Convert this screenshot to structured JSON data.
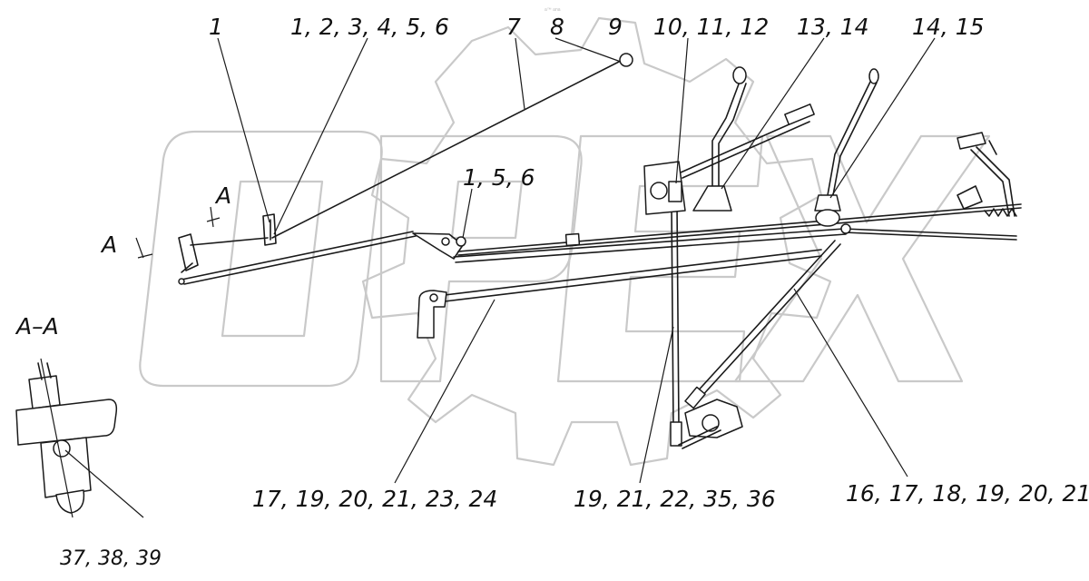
{
  "watermark": {
    "brand": "OPEX",
    "tiny_text": "a™ ana",
    "color": "#c9c9c9"
  },
  "section_mark": "A",
  "section_title": "A–A",
  "callouts": [
    {
      "id": "c1",
      "text": "1"
    },
    {
      "id": "c2",
      "text": "1, 2, 3, 4, 5, 6"
    },
    {
      "id": "c3",
      "text": "7"
    },
    {
      "id": "c4",
      "text": "8"
    },
    {
      "id": "c5",
      "text": "9"
    },
    {
      "id": "c6",
      "text": "10, 11, 12"
    },
    {
      "id": "c7",
      "text": "13, 14"
    },
    {
      "id": "c8",
      "text": "14, 15"
    },
    {
      "id": "c9",
      "text": "1, 5, 6"
    },
    {
      "id": "c10",
      "text": "17, 19, 20, 21, 23, 24"
    },
    {
      "id": "c11",
      "text": "19, 21, 22, 35, 36"
    },
    {
      "id": "c12",
      "text": "16, 17, 18, 19, 20, 21"
    },
    {
      "id": "c13",
      "text": "37, 38, 39"
    }
  ]
}
